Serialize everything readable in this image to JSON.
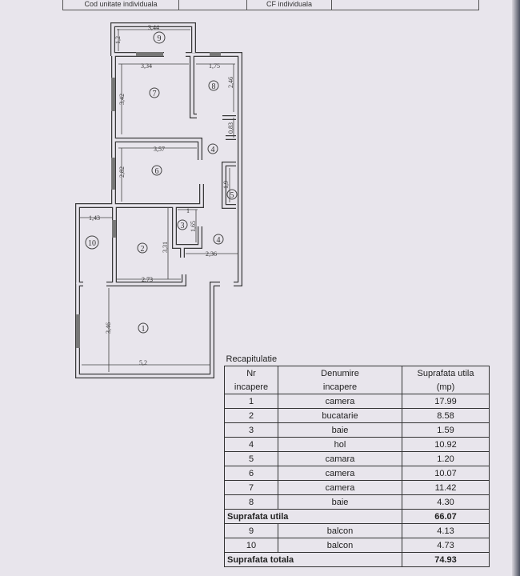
{
  "header": {
    "cod_label": "Cod unitate individuala",
    "cf_label": "CF individuala"
  },
  "plan": {
    "rooms": [
      "1",
      "2",
      "3",
      "4",
      "4",
      "5",
      "6",
      "7",
      "8",
      "9",
      "10"
    ],
    "dimensions": {
      "d9w": "3,44",
      "d9h": "1,2",
      "d7w": "3,34",
      "d7h": "3,42",
      "d8w": "1,75",
      "d8h": "2,46",
      "d4a": "0,83",
      "d6w": "3,57",
      "d6h": "2,82",
      "d5h": "1,9",
      "d10w": "1,43",
      "d3w": "1",
      "d3h": "1,65",
      "d2h": "3,31",
      "d4w": "2,36",
      "d2w": "2,73",
      "d1h": "3,46",
      "d1w": "5,2"
    }
  },
  "table": {
    "title": "Recapitulatie",
    "headers": [
      [
        "Nr",
        "incapere"
      ],
      [
        "Denumire",
        "incapere"
      ],
      [
        "Suprafata utila",
        "(mp)"
      ]
    ],
    "rows": [
      {
        "nr": "1",
        "name": "camera",
        "area": "17.99"
      },
      {
        "nr": "2",
        "name": "bucatarie",
        "area": "8.58"
      },
      {
        "nr": "3",
        "name": "baie",
        "area": "1.59"
      },
      {
        "nr": "4",
        "name": "hol",
        "area": "10.92"
      },
      {
        "nr": "5",
        "name": "camara",
        "area": "1.20"
      },
      {
        "nr": "6",
        "name": "camera",
        "area": "10.07"
      },
      {
        "nr": "7",
        "name": "camera",
        "area": "11.42"
      },
      {
        "nr": "8",
        "name": "baie",
        "area": "4.30"
      }
    ],
    "utila": {
      "label": "Suprafata  utila",
      "value": "66.07"
    },
    "balcony_rows": [
      {
        "nr": "9",
        "name": "balcon",
        "area": "4.13"
      },
      {
        "nr": "10",
        "name": "balcon",
        "area": "4.73"
      }
    ],
    "totala": {
      "label": "Suprafata totala",
      "value": "74.93"
    }
  }
}
